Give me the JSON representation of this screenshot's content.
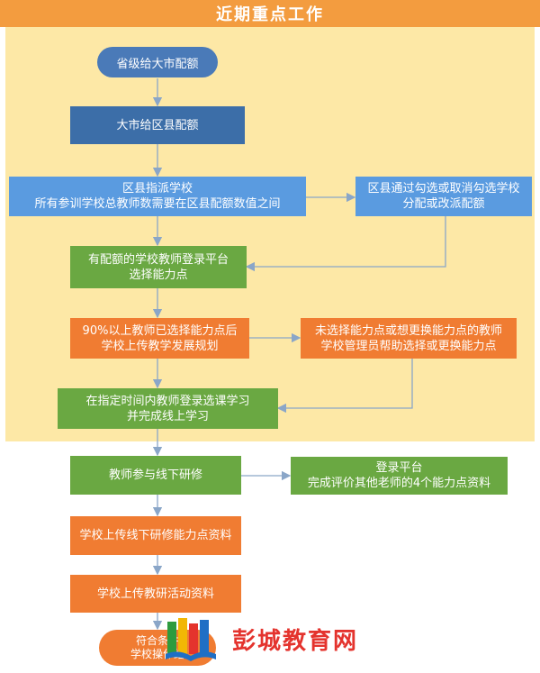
{
  "title": "近期重点工作",
  "colors": {
    "header": "#f39c3f",
    "panel": "#fde8a6",
    "dark_blue": "#3c6ea8",
    "light_blue": "#5a9be0",
    "green": "#6aa842",
    "orange": "#f07c32",
    "pill_blue": "#4a7ab8",
    "arrow": "#8aa6c8"
  },
  "nodes": {
    "start": {
      "text": "省级给大市配额"
    },
    "city": {
      "text": "大市给区县配额"
    },
    "assign": {
      "line1": "区县指派学校",
      "line2": "所有参训学校总教师数需要在区县配额数值之间"
    },
    "adjust": {
      "line1": "区县通过勾选或取消勾选学校",
      "line2": "分配或改派配额"
    },
    "login_select": {
      "line1": "有配额的学校教师登录平台",
      "line2": "选择能力点"
    },
    "plan": {
      "line1": "90%以上教师已选择能力点后",
      "line2": "学校上传教学发展规划"
    },
    "help": {
      "line1": "未选择能力点或想更换能力点的教师",
      "line2": "学校管理员帮助选择或更换能力点"
    },
    "online": {
      "line1": "在指定时间内教师登录选课学习",
      "line2": "并完成线上学习"
    },
    "offline": {
      "text": "教师参与线下研修"
    },
    "evaluate": {
      "line1": "登录平台",
      "line2": "完成评价其他老师的4个能力点资料"
    },
    "upload_points": {
      "text": "学校上传线下研修能力点资料"
    },
    "upload_activity": {
      "text": "学校上传教研活动资料"
    },
    "end": {
      "line1": "符合条件",
      "line2": "学校操作结"
    }
  },
  "watermark": {
    "text": "彭城教育网",
    "icon": "book-logo-icon"
  }
}
